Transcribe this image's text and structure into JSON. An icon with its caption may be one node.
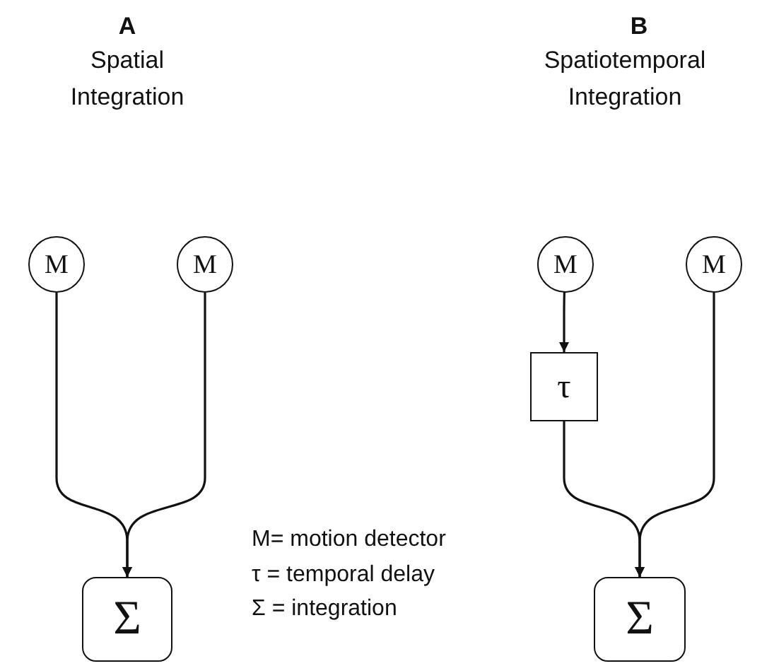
{
  "diagram": {
    "nodes": [
      {
        "text": [
          "M"
        ]
      },
      {
        "text": [
          "M"
        ]
      },
      {
        "text": [
          "Σ"
        ]
      },
      {
        "text": [
          "M"
        ]
      },
      {
        "text": [
          "M"
        ]
      },
      {
        "text": [
          "τ"
        ]
      },
      {
        "text": [
          "Σ"
        ]
      }
    ],
    "edges": [
      {
        "from": 0,
        "to": 2,
        "arrow": "to"
      },
      {
        "from": 1,
        "to": 2,
        "arrow": "to"
      },
      {
        "from": 3,
        "to": 5,
        "arrow": "to"
      },
      {
        "from": 5,
        "to": 6,
        "arrow": "to"
      },
      {
        "from": 4,
        "to": 6,
        "arrow": "to"
      }
    ],
    "labels": [
      "A",
      "Spatial Integration",
      "B",
      "Spatiotemporal Integration",
      "M= motion detector",
      "τ = temporal delay",
      "Σ = integration"
    ]
  }
}
